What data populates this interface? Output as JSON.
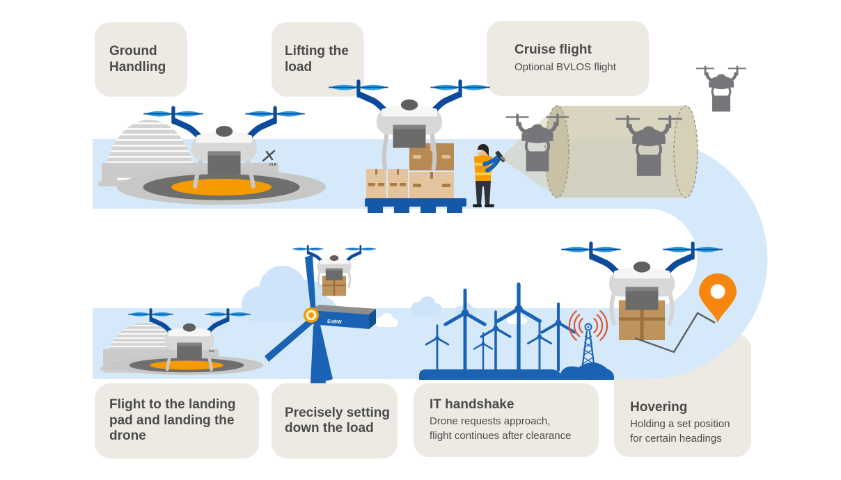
{
  "stages": {
    "ground_handling": {
      "title": "Ground\nHandling",
      "subtitle": ""
    },
    "lifting": {
      "title": "Lifting the\nload",
      "subtitle": ""
    },
    "cruise": {
      "title": "Cruise flight",
      "subtitle": "Optional BVLOS flight"
    },
    "hovering": {
      "title": "Hovering",
      "subtitle": "Holding a set position\nfor certain headings"
    },
    "it_handshake": {
      "title": "IT handshake",
      "subtitle": "Drone requests approach,\nflight continues after clearance"
    },
    "setting_down": {
      "title": "Precisely setting\ndown the load",
      "subtitle": ""
    },
    "flight_landing": {
      "title": "Flight to the landing\npad and landing the\ndrone",
      "subtitle": ""
    }
  },
  "labels": {
    "hangar_logo": "DLR",
    "turbine_nacelle": "EnBW"
  },
  "colors": {
    "flow_path_blue": "#D6E9FA",
    "label_box_beige": "#ECEAE3",
    "text_gray": "#4B4B49",
    "drone_arm_blue": "#0C4A9B",
    "propeller_blue": "#2E9FE4",
    "accent_orange": "#F59B00",
    "pin_orange": "#F6860D",
    "turbine_blue": "#1A62B3",
    "pallet_blue": "#1558A8",
    "silhouette_gray": "#76767A",
    "corridor_beige": "#D1CBB0",
    "radio_wave_orange": "#DD5630",
    "cardboard_tan": "#E4C49C",
    "cardboard_brown": "#B68A52"
  }
}
